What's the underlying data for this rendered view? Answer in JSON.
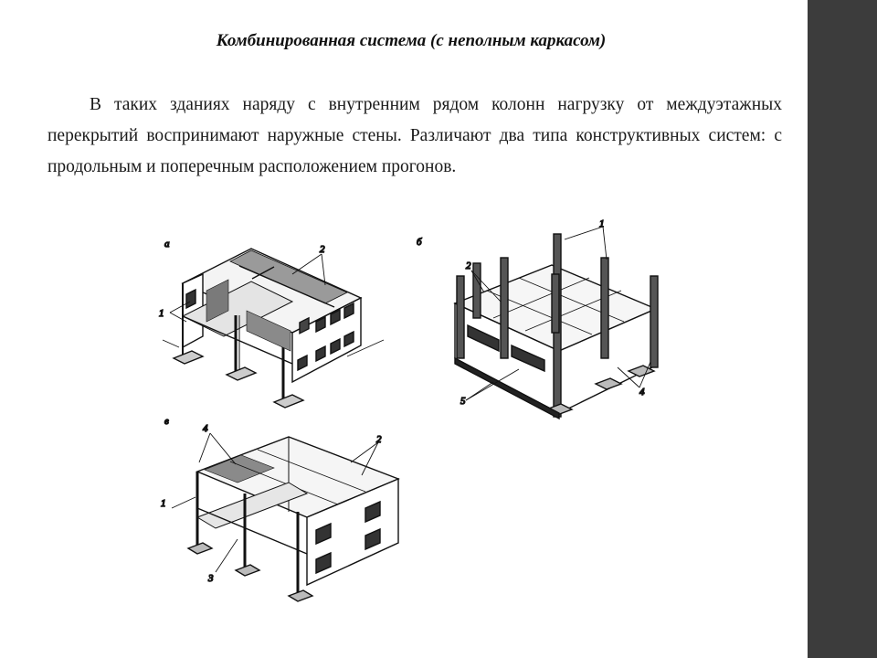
{
  "slide": {
    "title": "Комбинированная система (с неполным каркасом)",
    "paragraph": "В таких зданиях наряду с внутренним рядом колонн нагрузку от междуэтажных перекрытий воспринимают наружные стены. Различают два типа конструктивных систем: с продольным и поперечным расположением прогонов."
  },
  "figures": {
    "a": {
      "letter": "а",
      "callouts": [
        "1",
        "2"
      ]
    },
    "b": {
      "letter": "б",
      "callouts": [
        "1",
        "2",
        "4",
        "5"
      ]
    },
    "c": {
      "letter": "в",
      "callouts": [
        "1",
        "2",
        "3",
        "4"
      ]
    }
  }
}
